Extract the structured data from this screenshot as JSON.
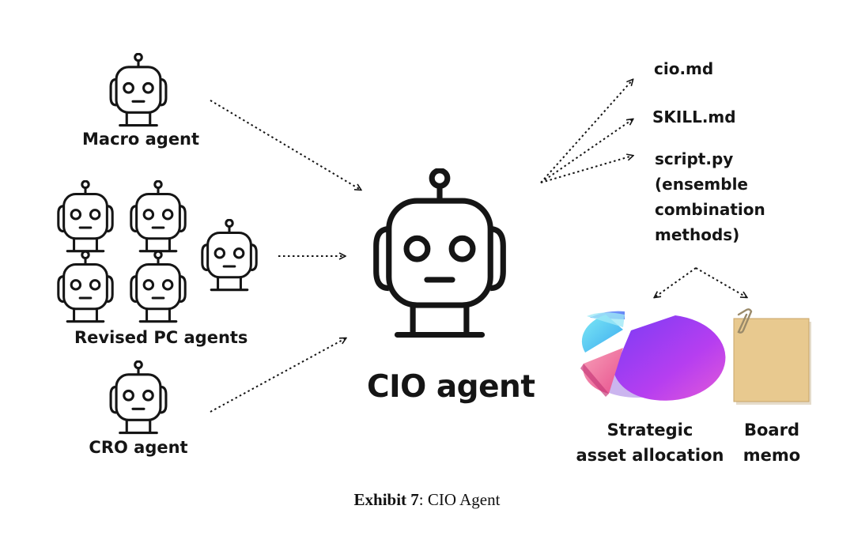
{
  "agents": {
    "macro": "Macro agent",
    "pc": "Revised PC agents",
    "cro": "CRO agent",
    "cio": "CIO agent"
  },
  "files": [
    "cio.md",
    "SKILL.md",
    "script.py",
    "(ensemble",
    "combination",
    "methods)"
  ],
  "outputs": {
    "saa_line1": "Strategic",
    "saa_line2": "asset allocation",
    "memo_line1": "Board",
    "memo_line2": "memo"
  },
  "caption": {
    "label": "Exhibit 7",
    "text": ": CIO Agent"
  },
  "colors": {
    "ink": "#151515",
    "memo_paper": "#e8c98f",
    "pie_purple": "#a83cf0",
    "pie_pink": "#f06aa8",
    "pie_cyan": "#4fd6ee",
    "pie_blue": "#5a8af5"
  },
  "icons": [
    "robot-icon",
    "pie-chart-icon",
    "memo-paper-icon",
    "paperclip-icon"
  ]
}
